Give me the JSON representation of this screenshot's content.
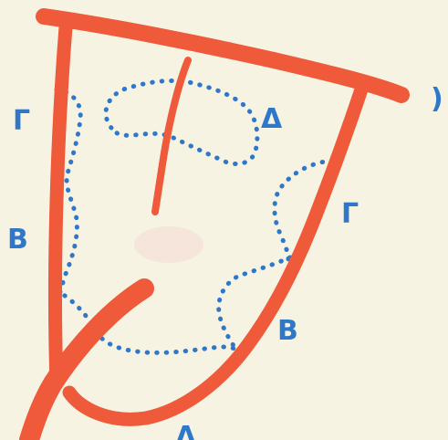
{
  "colors": {
    "paper": "#f7f3e3",
    "red_ink": "#ee5a3a",
    "blue_ink": "#2f78c9",
    "faint_mark": "#f2c9c4"
  },
  "labels": {
    "gamma_left": "Γ",
    "beta_left": "B",
    "delta_top": "Δ",
    "gamma_right": "Γ",
    "beta_right": "B",
    "delta_bottom": "Δ",
    "edge_mark_right": ")"
  }
}
